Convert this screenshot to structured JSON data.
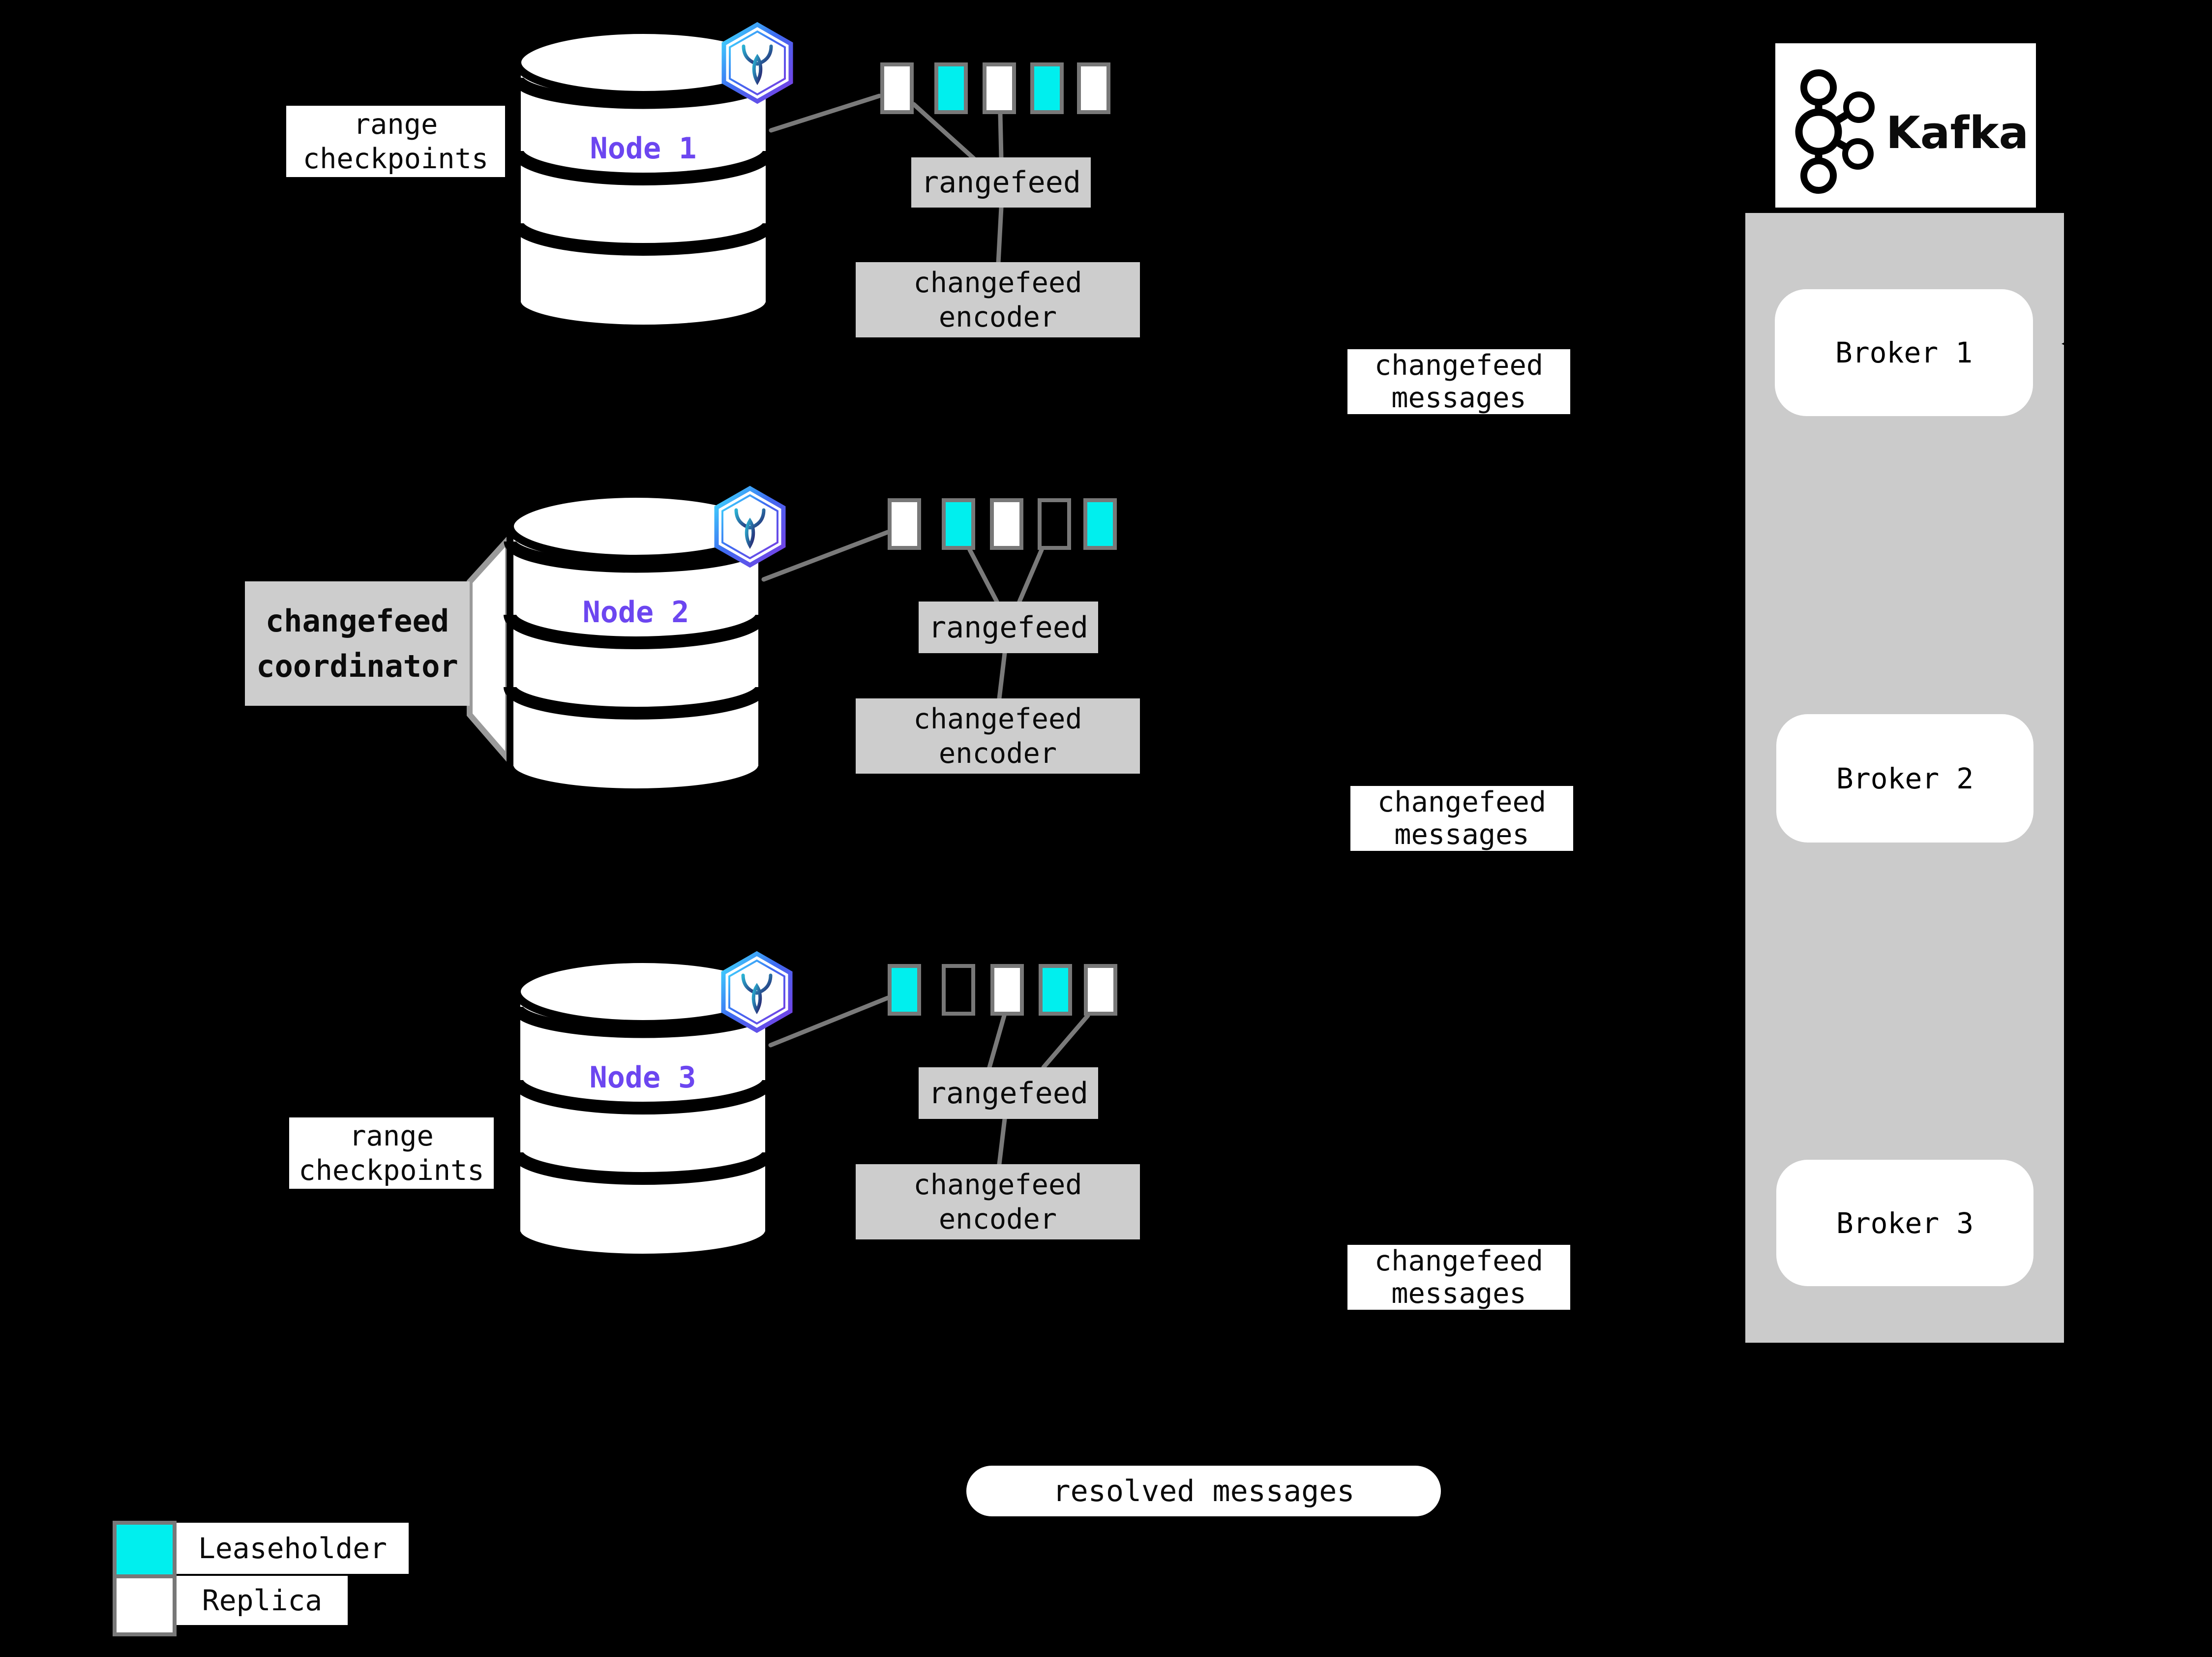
{
  "colors": {
    "background": "#000000",
    "leaseholder": "#00efee",
    "replica": "#ffffff",
    "node_label": "#6c46f0",
    "box_gray": "#cdcdcd",
    "container_gray": "#cbcbcb",
    "line_gray": "#7a7a7a",
    "range_border_gray": "#787878"
  },
  "icons": {
    "node_badge": "cockroachdb-hexagon-icon",
    "kafka_mark": "kafka-logo-icon",
    "arrow": "arrowhead-icon"
  },
  "nodes": [
    {
      "name": "Node 1",
      "checkpoint_line1": "range",
      "checkpoint_line2": "checkpoints",
      "ranges": [
        "replica",
        "leaseholder",
        "replica",
        "leaseholder",
        "replica"
      ],
      "rangefeed": "rangefeed",
      "encoder_line1": "changefeed",
      "encoder_line2": "encoder",
      "messages_line1": "changefeed",
      "messages_line2": "messages"
    },
    {
      "name": "Node 2",
      "coordinator_line1": "changefeed",
      "coordinator_line2": "coordinator",
      "ranges": [
        "replica",
        "leaseholder",
        "replica",
        "outline",
        "leaseholder"
      ],
      "rangefeed": "rangefeed",
      "encoder_line1": "changefeed",
      "encoder_line2": "encoder",
      "messages_line1": "changefeed",
      "messages_line2": "messages"
    },
    {
      "name": "Node 3",
      "checkpoint_line1": "range",
      "checkpoint_line2": "checkpoints",
      "ranges": [
        "leaseholder",
        "outline",
        "replica",
        "leaseholder",
        "replica"
      ],
      "rangefeed": "rangefeed",
      "encoder_line1": "changefeed",
      "encoder_line2": "encoder",
      "messages_line1": "changefeed",
      "messages_line2": "messages"
    }
  ],
  "kafka": {
    "logo_text": "Kafka",
    "brokers": [
      "Broker 1",
      "Broker 2",
      "Broker 3"
    ]
  },
  "resolved_messages": "resolved messages",
  "legend": {
    "leaseholder": "Leaseholder",
    "replica": "Replica"
  }
}
